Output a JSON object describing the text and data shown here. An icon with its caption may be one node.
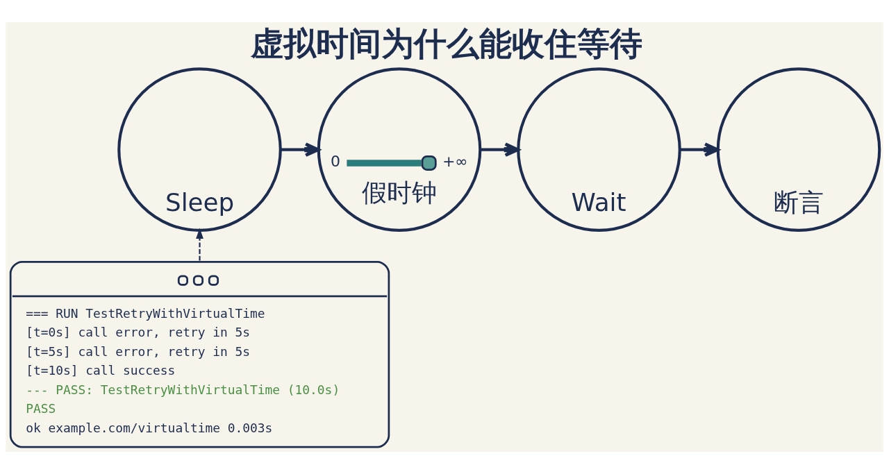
{
  "diagram": {
    "title": "虚拟时间为什么能收住等待",
    "nodes": [
      {
        "text": [
          "Sleep"
        ]
      },
      {
        "text": [
          "0",
          "+∞",
          "假时钟"
        ]
      },
      {
        "text": [
          "Wait"
        ]
      },
      {
        "text": [
          "断言"
        ]
      },
      {
        "text": [
          "=== RUN TestRetryWithVirtualTime",
          "[t=0s] call error, retry in 5s",
          "[t=5s] call error, retry in 5s",
          "[t=10s] call success",
          "--- PASS: TestRetryWithVirtualTime (10.0s)",
          "PASS",
          "ok example.com/virtualtime 0.003s"
        ]
      }
    ],
    "edges": [
      {
        "from": 0,
        "to": 1,
        "arrow": "to"
      },
      {
        "from": 1,
        "to": 2,
        "arrow": "to"
      },
      {
        "from": 2,
        "to": 3,
        "arrow": "to"
      },
      {
        "from": 4,
        "to": 0,
        "arrow": "to",
        "style": "dashed"
      }
    ]
  }
}
